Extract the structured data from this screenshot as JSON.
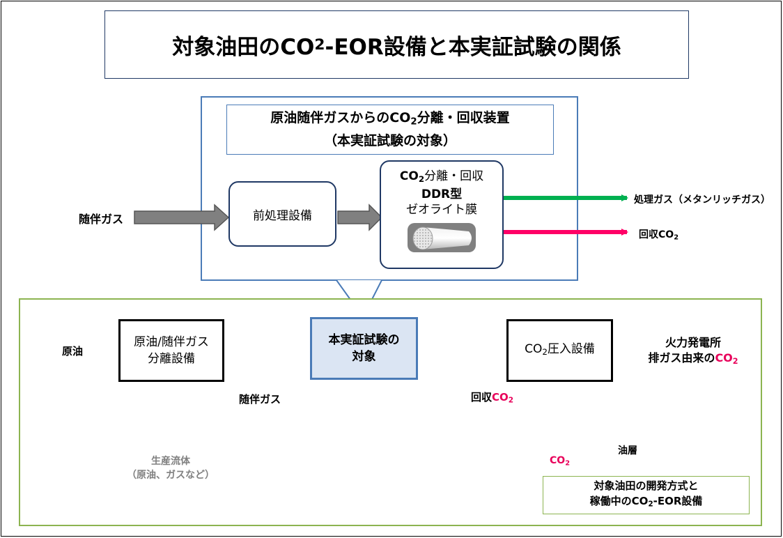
{
  "title": {
    "pre": "対象油田のCO",
    "sub": "2",
    "post": "-EOR設備と本実証試験の関係"
  },
  "top_section": {
    "title_line1_pre": "原油随伴ガスからのCO",
    "title_line1_sub": "2",
    "title_line1_post": "分離・回収装置",
    "title_line2": "（本実証試験の対象）",
    "input_label": "随伴ガス",
    "pretreatment": "前処理設備",
    "ddr_line1_co": "CO",
    "ddr_line1_sub": "2",
    "ddr_line1_post": "分離・回収",
    "ddr_line2": "DDR型",
    "ddr_line3": "ゼオライト膜",
    "out_gas": "処理ガス（メタンリッチガス）",
    "out_co2_pre": "回収CO",
    "out_co2_sub": "2"
  },
  "bottom_section": {
    "crude_oil": "原油",
    "separator_line1": "原油/随伴ガス",
    "separator_line2": "分離設備",
    "assoc_gas": "随伴ガス",
    "target_line1": "本実証試験の",
    "target_line2": "対象",
    "recovered_pre": "回収",
    "recovered_co": "CO",
    "recovered_sub": "2",
    "injection_co": "CO",
    "injection_sub": "2",
    "injection_post": "圧入設備",
    "power_line1": "火力発電所",
    "power_line2_pre": "排ガス由来の",
    "power_line2_co": "CO",
    "power_line2_sub": "2",
    "co2_down": "CO",
    "co2_down_sub": "2",
    "reservoir": "油層",
    "production_line1": "生産流体",
    "production_line2": "（原油、ガスなど）",
    "legend_line1": "対象油田の開発方式と",
    "legend_line2_pre": "稼働中のCO",
    "legend_line2_sub": "2",
    "legend_line2_post": "-EOR設備"
  },
  "colors": {
    "green": "#00b050",
    "pink": "#ff0066",
    "gray": "#808080",
    "blue_border": "#4a7bb7",
    "green_border": "#8cb450"
  }
}
